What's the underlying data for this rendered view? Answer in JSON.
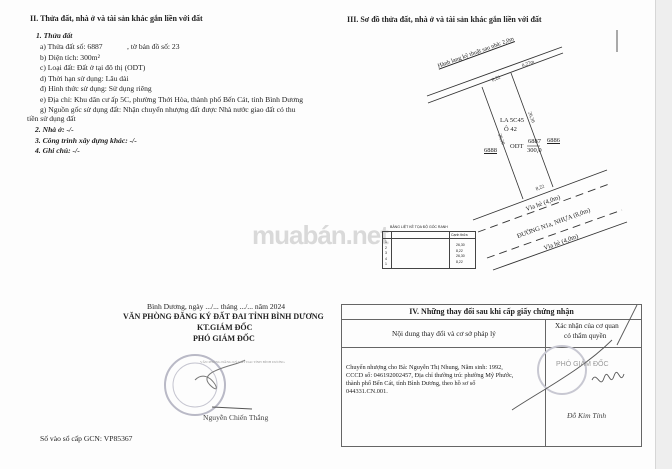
{
  "section2": {
    "title": "II. Thửa đất, nhà ở và tài sản khác gắn liền với đất",
    "sub1": "1. Thửa đất",
    "a": "a) Thửa đất số:  6887",
    "a_map": ", tờ bản đồ số:  23",
    "b": "b) Diện tích: 300m²",
    "c": "c) Loại đất: Đất ở tại đô thị (ODT)",
    "d1": "d) Thời hạn sử dụng: Lâu dài",
    "d2": "đ) Hình thức sử dụng: Sử dụng riêng",
    "e": "e) Địa chỉ: Khu dân cư ấp 5C, phường Thới Hòa, thành phố Bến Cát, tỉnh Bình Dương",
    "g1": "g) Nguồn gốc sử dụng đất: Nhận chuyển nhượng đất được Nhà nước giao đất có thu",
    "g2": "tiền sử dụng đất",
    "sub2": "2. Nhà ở: -/-",
    "sub3": "3. Công trình xây dựng khác: -/-",
    "sub4": "4. Ghi chú: -/-"
  },
  "signature_block": {
    "date": "Bình Dương,  ngày .../... tháng .../... năm 2024",
    "office": "VĂN PHÒNG ĐĂNG KÝ ĐẤT ĐAI TỈNH BÌNH DƯƠNG",
    "kt": "KT.GIÁM ĐỐC",
    "deputy": "PHÓ GIÁM ĐỐC",
    "stamp_text": "VĂN PHÒNG ĐĂNG KÝ ĐẤT ĐAI TỈNH BÌNH DƯƠNG",
    "signer": "Nguyễn Chiến Thắng",
    "gcn": "Số vào sổ cấp GCN: VP85367"
  },
  "section3": {
    "title": "III. Sơ đồ thửa đất, nhà ở và tài sản khác gắn liền với đất",
    "corridor": "Hành lang kỹ thuật sau nhà: 2,0m",
    "top_width": "8,22",
    "top_right": "0,27m",
    "bottom_width": "8,22",
    "side_left": "26,30",
    "side_right": "26,30",
    "lot_code": "LA 5C45",
    "lot_cell": "Ô 42",
    "land_type": "ODT",
    "parcel_no": "6887",
    "parcel_area": "300,0",
    "neighbor_left": "6888",
    "neighbor_right": "6886",
    "sidewalk_top": "Vỉa hè (4,0m)",
    "road": "ĐƯỜNG N1a, NHỰA (8,0m)",
    "sidewalk_bottom": "Vỉa hè (4,0m)",
    "watermark": "muabán.net",
    "table": {
      "title": "BẢNG LIỆT KÊ TỌA ĐỘ GÓC RANH",
      "edge_header": "Cạnh thửa",
      "points": [
        "1",
        "2",
        "3",
        "4",
        "1"
      ],
      "edges": [
        "26,30",
        "8,22",
        "26,30",
        "8,22"
      ]
    }
  },
  "section4": {
    "title": "IV. Những thay đổi sau khi cấp giấy chứng nhận",
    "col1": "Nội dung thay đổi và cơ sở pháp lý",
    "col2a": "Xác nhận của cơ quan",
    "col2b": "có thẩm quyền",
    "content": [
      "Chuyển nhượng cho Bà: Nguyễn Thị Nhung, Năm sinh: 1992,",
      "CCCD số: 046192002457, Địa chỉ thường trú: phường Mỹ Phước,",
      "thành phố Bến Cát, tỉnh Bình Dương, theo hồ sơ số",
      "044331.CN.001."
    ],
    "confirm_title": "PHÓ GIÁM ĐỐC",
    "confirm_signer": "Đỗ Kim Tính"
  }
}
